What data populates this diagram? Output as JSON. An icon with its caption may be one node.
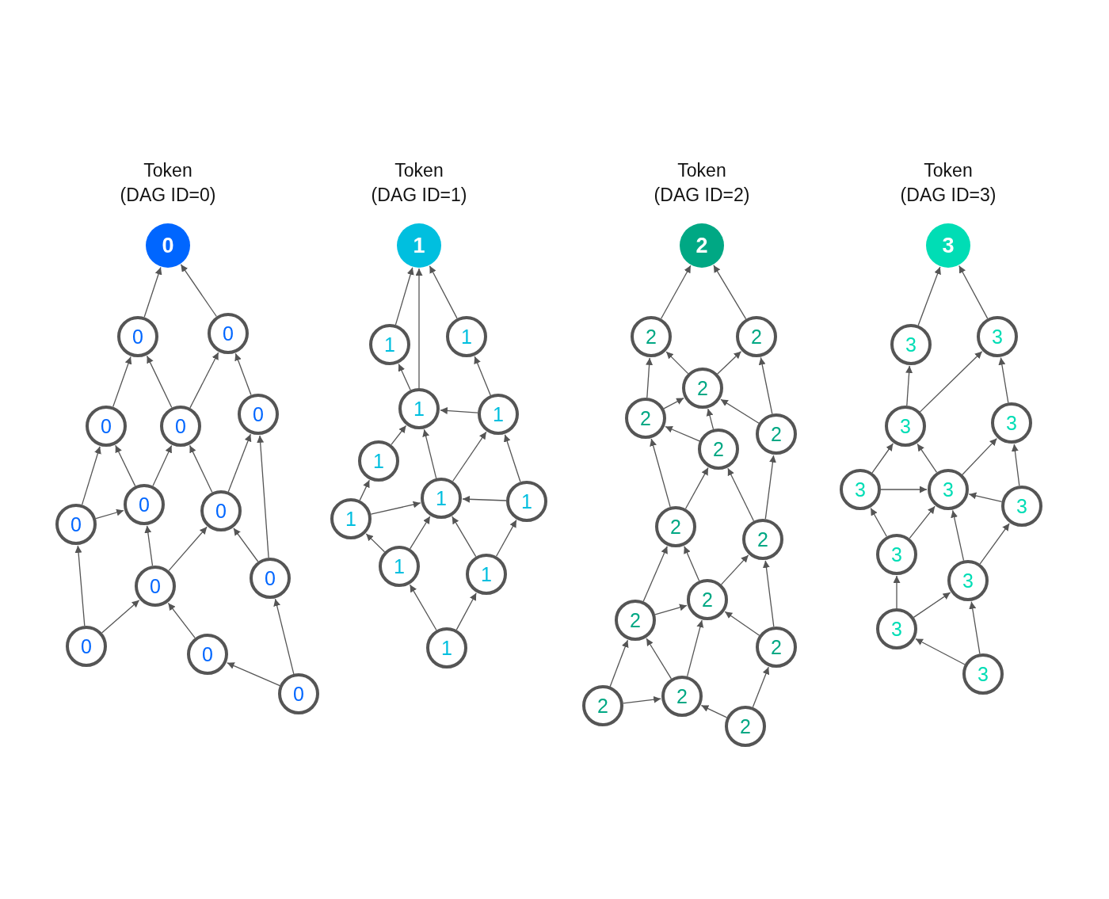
{
  "diagram": {
    "nodes": [
      {
        "text": [
          "Token (DAG ID=0)",
          "0"
        ]
      },
      {
        "text": [
          "0"
        ]
      },
      {
        "text": [
          "0"
        ]
      },
      {
        "text": [
          "0"
        ]
      },
      {
        "text": [
          "0"
        ]
      },
      {
        "text": [
          "0"
        ]
      },
      {
        "text": [
          "0"
        ]
      },
      {
        "text": [
          "0"
        ]
      },
      {
        "text": [
          "0"
        ]
      },
      {
        "text": [
          "0"
        ]
      },
      {
        "text": [
          "0"
        ]
      },
      {
        "text": [
          "0"
        ]
      },
      {
        "text": [
          "0"
        ]
      },
      {
        "text": [
          "0"
        ]
      },
      {
        "text": [
          "Token (DAG ID=1)",
          "1"
        ]
      },
      {
        "text": [
          "1"
        ]
      },
      {
        "text": [
          "1"
        ]
      },
      {
        "text": [
          "1"
        ]
      },
      {
        "text": [
          "1"
        ]
      },
      {
        "text": [
          "1"
        ]
      },
      {
        "text": [
          "1"
        ]
      },
      {
        "text": [
          "1"
        ]
      },
      {
        "text": [
          "1"
        ]
      },
      {
        "text": [
          "1"
        ]
      },
      {
        "text": [
          "1"
        ]
      },
      {
        "text": [
          "1"
        ]
      },
      {
        "text": [
          "Token (DAG ID=2)",
          "2"
        ]
      },
      {
        "text": [
          "2"
        ]
      },
      {
        "text": [
          "2"
        ]
      },
      {
        "text": [
          "2"
        ]
      },
      {
        "text": [
          "2"
        ]
      },
      {
        "text": [
          "2"
        ]
      },
      {
        "text": [
          "2"
        ]
      },
      {
        "text": [
          "2"
        ]
      },
      {
        "text": [
          "2"
        ]
      },
      {
        "text": [
          "2"
        ]
      },
      {
        "text": [
          "2"
        ]
      },
      {
        "text": [
          "2"
        ]
      },
      {
        "text": [
          "2"
        ]
      },
      {
        "text": [
          "2"
        ]
      },
      {
        "text": [
          "2"
        ]
      },
      {
        "text": [
          "Token (DAG ID=3)",
          "3"
        ]
      },
      {
        "text": [
          "3"
        ]
      },
      {
        "text": [
          "3"
        ]
      },
      {
        "text": [
          "3"
        ]
      },
      {
        "text": [
          "3"
        ]
      },
      {
        "text": [
          "3"
        ]
      },
      {
        "text": [
          "3"
        ]
      },
      {
        "text": [
          "3"
        ]
      },
      {
        "text": [
          "3"
        ]
      },
      {
        "text": [
          "3"
        ]
      },
      {
        "text": [
          "3"
        ]
      },
      {
        "text": [
          "3"
        ]
      }
    ],
    "edges": [
      {
        "from": 1,
        "to": 0,
        "arrow": "to"
      },
      {
        "from": 2,
        "to": 0,
        "arrow": "to"
      },
      {
        "from": 3,
        "to": 1,
        "arrow": "to"
      },
      {
        "from": 4,
        "to": 1,
        "arrow": "to"
      },
      {
        "from": 4,
        "to": 2,
        "arrow": "to"
      },
      {
        "from": 5,
        "to": 2,
        "arrow": "to"
      },
      {
        "from": 6,
        "to": 3,
        "arrow": "to"
      },
      {
        "from": 7,
        "to": 3,
        "arrow": "to"
      },
      {
        "from": 7,
        "to": 4,
        "arrow": "to"
      },
      {
        "from": 8,
        "to": 4,
        "arrow": "to"
      },
      {
        "from": 8,
        "to": 5,
        "arrow": "to"
      },
      {
        "from": 10,
        "to": 5,
        "arrow": "to"
      },
      {
        "from": 6,
        "to": 7,
        "arrow": "to"
      },
      {
        "from": 9,
        "to": 7,
        "arrow": "to"
      },
      {
        "from": 9,
        "to": 8,
        "arrow": "to"
      },
      {
        "from": 10,
        "to": 8,
        "arrow": "to"
      },
      {
        "from": 11,
        "to": 6,
        "arrow": "to"
      },
      {
        "from": 11,
        "to": 9,
        "arrow": "to"
      },
      {
        "from": 12,
        "to": 9,
        "arrow": "to"
      },
      {
        "from": 13,
        "to": 12,
        "arrow": "to"
      },
      {
        "from": 13,
        "to": 10,
        "arrow": "to"
      },
      {
        "from": 15,
        "to": 14,
        "arrow": "to"
      },
      {
        "from": 17,
        "to": 14,
        "arrow": "to"
      },
      {
        "from": 16,
        "to": 14,
        "arrow": "to"
      },
      {
        "from": 17,
        "to": 15,
        "arrow": "to"
      },
      {
        "from": 18,
        "to": 16,
        "arrow": "to"
      },
      {
        "from": 18,
        "to": 17,
        "arrow": "to"
      },
      {
        "from": 19,
        "to": 17,
        "arrow": "to"
      },
      {
        "from": 20,
        "to": 17,
        "arrow": "to"
      },
      {
        "from": 20,
        "to": 18,
        "arrow": "to"
      },
      {
        "from": 22,
        "to": 18,
        "arrow": "to"
      },
      {
        "from": 21,
        "to": 19,
        "arrow": "to"
      },
      {
        "from": 21,
        "to": 20,
        "arrow": "to"
      },
      {
        "from": 22,
        "to": 20,
        "arrow": "to"
      },
      {
        "from": 23,
        "to": 21,
        "arrow": "to"
      },
      {
        "from": 23,
        "to": 20,
        "arrow": "to"
      },
      {
        "from": 24,
        "to": 20,
        "arrow": "to"
      },
      {
        "from": 24,
        "to": 22,
        "arrow": "to"
      },
      {
        "from": 25,
        "to": 23,
        "arrow": "to"
      },
      {
        "from": 25,
        "to": 24,
        "arrow": "to"
      },
      {
        "from": 27,
        "to": 26,
        "arrow": "to"
      },
      {
        "from": 28,
        "to": 26,
        "arrow": "to"
      },
      {
        "from": 29,
        "to": 27,
        "arrow": "to"
      },
      {
        "from": 29,
        "to": 28,
        "arrow": "to"
      },
      {
        "from": 30,
        "to": 27,
        "arrow": "to"
      },
      {
        "from": 30,
        "to": 29,
        "arrow": "to"
      },
      {
        "from": 31,
        "to": 30,
        "arrow": "to"
      },
      {
        "from": 31,
        "to": 29,
        "arrow": "to"
      },
      {
        "from": 32,
        "to": 29,
        "arrow": "to"
      },
      {
        "from": 32,
        "to": 28,
        "arrow": "to"
      },
      {
        "from": 33,
        "to": 30,
        "arrow": "to"
      },
      {
        "from": 33,
        "to": 31,
        "arrow": "to"
      },
      {
        "from": 34,
        "to": 31,
        "arrow": "to"
      },
      {
        "from": 34,
        "to": 32,
        "arrow": "to"
      },
      {
        "from": 35,
        "to": 33,
        "arrow": "to"
      },
      {
        "from": 36,
        "to": 33,
        "arrow": "to"
      },
      {
        "from": 36,
        "to": 34,
        "arrow": "to"
      },
      {
        "from": 35,
        "to": 36,
        "arrow": "to"
      },
      {
        "from": 37,
        "to": 36,
        "arrow": "to"
      },
      {
        "from": 37,
        "to": 34,
        "arrow": "to"
      },
      {
        "from": 38,
        "to": 35,
        "arrow": "to"
      },
      {
        "from": 38,
        "to": 39,
        "arrow": "to"
      },
      {
        "from": 39,
        "to": 35,
        "arrow": "to"
      },
      {
        "from": 39,
        "to": 36,
        "arrow": "to"
      },
      {
        "from": 40,
        "to": 39,
        "arrow": "to"
      },
      {
        "from": 40,
        "to": 37,
        "arrow": "to"
      },
      {
        "from": 42,
        "to": 41,
        "arrow": "to"
      },
      {
        "from": 43,
        "to": 41,
        "arrow": "to"
      },
      {
        "from": 44,
        "to": 42,
        "arrow": "to"
      },
      {
        "from": 44,
        "to": 43,
        "arrow": "to"
      },
      {
        "from": 45,
        "to": 43,
        "arrow": "to"
      },
      {
        "from": 46,
        "to": 44,
        "arrow": "to"
      },
      {
        "from": 47,
        "to": 44,
        "arrow": "to"
      },
      {
        "from": 47,
        "to": 45,
        "arrow": "to"
      },
      {
        "from": 48,
        "to": 45,
        "arrow": "to"
      },
      {
        "from": 46,
        "to": 47,
        "arrow": "to"
      },
      {
        "from": 48,
        "to": 47,
        "arrow": "to"
      },
      {
        "from": 49,
        "to": 46,
        "arrow": "to"
      },
      {
        "from": 49,
        "to": 47,
        "arrow": "to"
      },
      {
        "from": 50,
        "to": 47,
        "arrow": "to"
      },
      {
        "from": 50,
        "to": 48,
        "arrow": "to"
      },
      {
        "from": 51,
        "to": 49,
        "arrow": "to"
      },
      {
        "from": 51,
        "to": 50,
        "arrow": "to"
      },
      {
        "from": 52,
        "to": 51,
        "arrow": "to"
      },
      {
        "from": 52,
        "to": 50,
        "arrow": "to"
      }
    ]
  }
}
